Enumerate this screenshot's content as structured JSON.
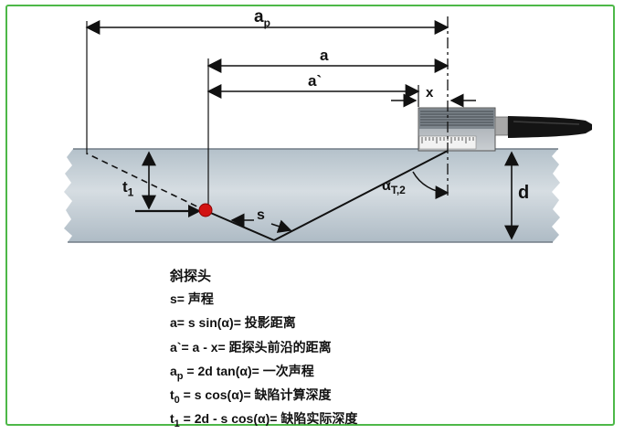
{
  "diagram": {
    "labels": {
      "ap": {
        "base": "a",
        "sub": "p"
      },
      "a": {
        "base": "a",
        "sub": ""
      },
      "a_prime": {
        "base": "a`",
        "sub": ""
      },
      "x": {
        "base": "x",
        "sub": ""
      },
      "s": {
        "base": "s",
        "sub": ""
      },
      "t1": {
        "base": "t",
        "sub": "1"
      },
      "alpha": {
        "base": "α",
        "sub": "T,2"
      },
      "d": {
        "base": "d",
        "sub": ""
      }
    },
    "colors": {
      "frame_green": "#4db848",
      "material_gray_blue": "#c6d0d8",
      "defect_red": "#d21212"
    }
  },
  "legend": {
    "title": "斜探头",
    "lines": [
      {
        "base": "s",
        "sub": "",
        "rest": "= 声程"
      },
      {
        "base": "a",
        "sub": "",
        "rest": "= s sin(α)= 投影距离"
      },
      {
        "base": "a`",
        "sub": "",
        "rest": "= a - x= 距探头前沿的距离"
      },
      {
        "base": "a",
        "sub": "p",
        "rest": " = 2d tan(α)= 一次声程"
      },
      {
        "base": "t",
        "sub": "0",
        "rest": " = s cos(α)= 缺陷计算深度"
      },
      {
        "base": "t",
        "sub": "1",
        "rest": " = 2d - s cos(α)= 缺陷实际深度"
      }
    ]
  }
}
